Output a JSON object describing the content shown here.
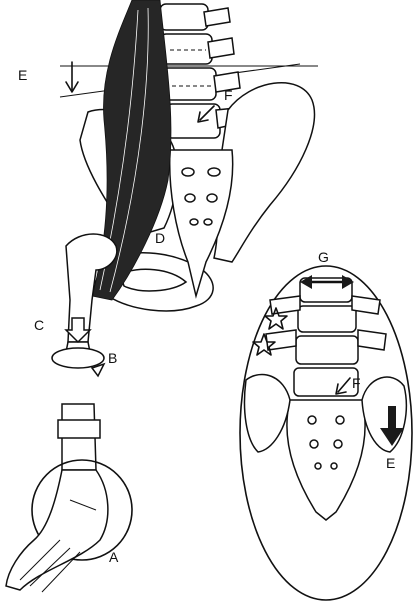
{
  "labels": {
    "A": "A",
    "B": "B",
    "C": "C",
    "D": "D",
    "E_left": "E",
    "F_spine": "F",
    "G": "G",
    "F_inset": "F",
    "E_inset": "E"
  },
  "colors": {
    "ink": "#111111",
    "paper": "#ffffff"
  }
}
